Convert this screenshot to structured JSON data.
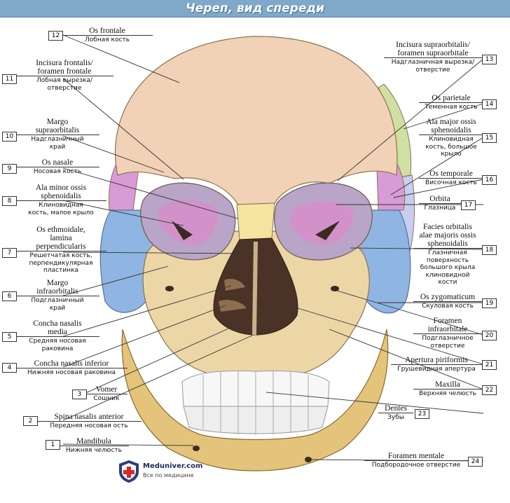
{
  "title": "Череп, вид спереди",
  "labels": [
    {
      "n": "1",
      "la": "Mandibula",
      "ru": "Нижняя челюсть"
    },
    {
      "n": "2",
      "la": "Spina nasalis anterior",
      "ru": "Передняя носовая ость"
    },
    {
      "n": "3",
      "la": "Vomer",
      "ru": "Сошник"
    },
    {
      "n": "4",
      "la": "Concha nasalis inferior",
      "ru": "Нижняя носовая раковина"
    },
    {
      "n": "5",
      "la": "Concha nasalis\nmedia",
      "ru": "Средняя носовая\nраковина"
    },
    {
      "n": "6",
      "la": "Margo\ninfraorbitalis",
      "ru": "Подглазничный\nкрай"
    },
    {
      "n": "7",
      "la": "Os ethmoidale,\nlamina\nperpendicularis",
      "ru": "Решетчатая кость,\nперпендикулярная\nпластинка"
    },
    {
      "n": "8",
      "la": "Ala minor ossis\nsphenoidalis",
      "ru": "Клиновидная\nкость, малое крыло"
    },
    {
      "n": "9",
      "la": "Os nasale",
      "ru": "Носовая кость"
    },
    {
      "n": "10",
      "la": "Margo\nsupraorbitalis",
      "ru": "Надглазничный\nкрай"
    },
    {
      "n": "11",
      "la": "Incisura frontalis/\nforamen frontale",
      "ru": "Лобная вырезка/\nотверстие"
    },
    {
      "n": "12",
      "la": "Os frontale",
      "ru": "Лобная кость"
    },
    {
      "n": "13",
      "la": "Incisura supraorbitalis/\nforamen supraorbitale",
      "ru": "Надглазничная вырезка/\nотверстие"
    },
    {
      "n": "14",
      "la": "Os parietale",
      "ru": "Теменная кость"
    },
    {
      "n": "15",
      "la": "Ala major ossis\nsphenoidalis",
      "ru": "Клиновидная\nкость, большое\nкрыло"
    },
    {
      "n": "16",
      "la": "Os temporale",
      "ru": "Височная кость"
    },
    {
      "n": "17",
      "la": "Orbita",
      "ru": "Глазница"
    },
    {
      "n": "18",
      "la": "Facies orbitalis\nalae majoris ossis\nsphenoidalis",
      "ru": "Глазничная\nповерхность\nбольшого крыла\nклиновидной\nкости"
    },
    {
      "n": "19",
      "la": "Os zygomaticum",
      "ru": "Скуловая кость"
    },
    {
      "n": "20",
      "la": "Foramen\ninfraorbitale",
      "ru": "Подглазничное\nотверстие"
    },
    {
      "n": "21",
      "la": "Apertura piriformis",
      "ru": "Грушевидная апертура"
    },
    {
      "n": "22",
      "la": "Maxilla",
      "ru": "Верхняя челюсть"
    },
    {
      "n": "23",
      "la": "Dentes",
      "ru": "Зубы"
    },
    {
      "n": "24",
      "la": "Foramen mentale",
      "ru": "Подбородочное отверстие"
    }
  ],
  "logo": {
    "name": "Meduniver.com",
    "tagline": "Все по медицине"
  },
  "colors": {
    "header": "#7fa8c9",
    "frontal": "#f1d2b6",
    "zygomatic": "#8fb5e3",
    "maxilla": "#ecd6a6",
    "mandible": "#e3c47a",
    "sphenoid_major": "#d79bd6",
    "parietal": "#cfe0a2",
    "temporal": "#c7cef2",
    "nasal": "#f5e4a0",
    "teeth": "#f7f7f7"
  }
}
